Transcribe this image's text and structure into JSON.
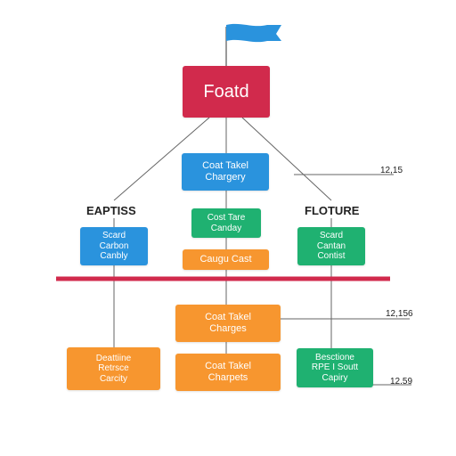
{
  "diagram": {
    "root": {
      "label": "Foatd"
    },
    "top_child": {
      "label": "Coat Takel\nChargery"
    },
    "side_labels": {
      "left": "EAPTISS",
      "right": "FLOTURE"
    },
    "left_box": {
      "label": "Scard\nCarbon\nCanbly"
    },
    "center_green": {
      "label": "Cost Tare\nCanday"
    },
    "center_orange": {
      "label": "Caugu Cast"
    },
    "right_box": {
      "label": "Scard\nCantan\nContist"
    },
    "mid_orange": {
      "label": "Coat Takel\nCharges"
    },
    "bottom_left": {
      "label": "Deattiine\nRetrsce\nCarcity"
    },
    "bottom_center": {
      "label": "Coat Takel\nCharpets"
    },
    "bottom_right": {
      "label": "Besctione\nRPE I Soutt\nCapiry"
    },
    "numbers": {
      "n1": "12,15",
      "n2": "12,156",
      "n3": "12.59"
    },
    "colors": {
      "root": "#d12a4c",
      "divider": "#d12a4c",
      "blue": "#2a93dd",
      "green": "#1fb171",
      "orange": "#f7962f",
      "flag": "#2a93dd"
    }
  }
}
